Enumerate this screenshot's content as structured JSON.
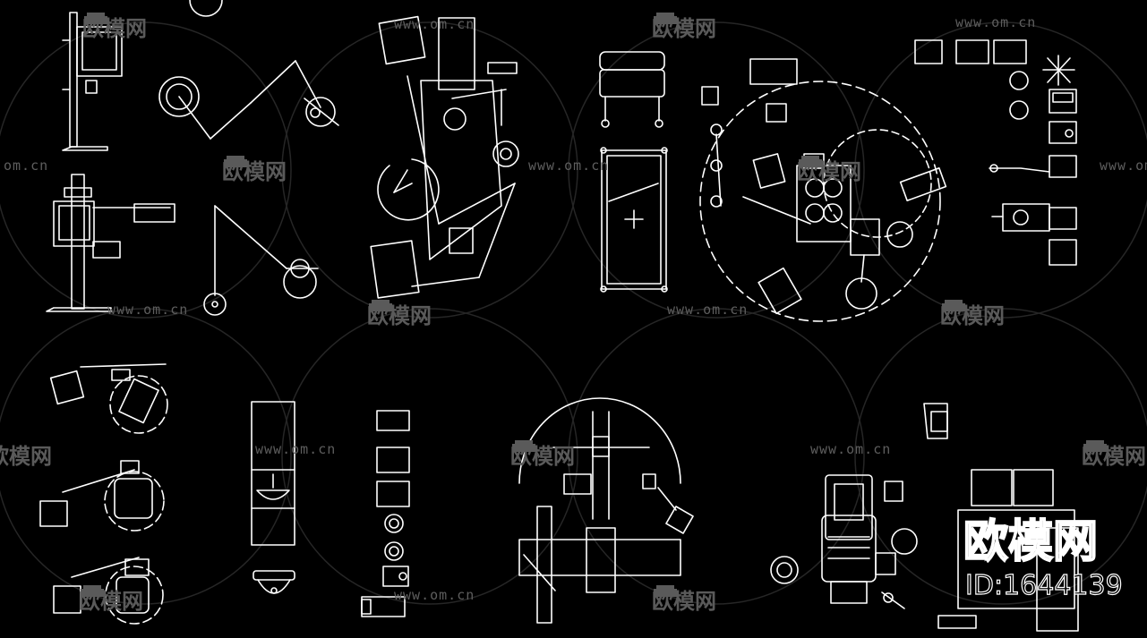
{
  "watermark": {
    "url_text": "www.om.cn",
    "logo_text": "欧模网",
    "url_partial": "om.cn"
  },
  "brand": {
    "title": "欧模网",
    "id_label": "ID:1644139"
  },
  "colors": {
    "background": "#000000",
    "line": "#ffffff",
    "watermark": "#5a5a5a"
  }
}
